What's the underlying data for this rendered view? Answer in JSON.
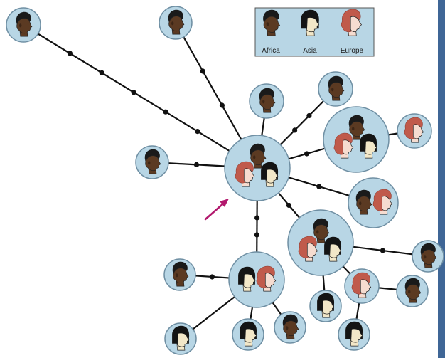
{
  "colors": {
    "background": "#3f6696",
    "panel": "#ffffff",
    "node_fill": "#b8d6e5",
    "node_stroke": "#6f8fa3",
    "edge": "#111111",
    "arrow": "#b2186d",
    "africa_face": "#5b3a22",
    "africa_hair": "#1a1a1a",
    "asia_face": "#f2e7c8",
    "asia_hair": "#141414",
    "europe_face": "#f6dcd0",
    "europe_hair": "#c05a4b"
  },
  "legend": {
    "items": [
      {
        "key": "africa",
        "label": "Africa",
        "icon": "africa-face-icon"
      },
      {
        "key": "asia",
        "label": "Asia",
        "icon": "asia-face-icon"
      },
      {
        "key": "europe",
        "label": "Europe",
        "icon": "europe-face-icon"
      }
    ]
  },
  "network": {
    "nodes": [
      {
        "id": "root",
        "types": [
          "africa",
          "europe",
          "asia"
        ]
      },
      {
        "id": "af-top-left",
        "types": [
          "africa"
        ]
      },
      {
        "id": "af-top",
        "types": [
          "africa"
        ]
      },
      {
        "id": "af-upper-1",
        "types": [
          "africa"
        ]
      },
      {
        "id": "af-upper-2",
        "types": [
          "africa"
        ]
      },
      {
        "id": "af-left",
        "types": [
          "africa"
        ]
      },
      {
        "id": "mixed-right",
        "types": [
          "africa",
          "europe",
          "asia"
        ]
      },
      {
        "id": "eu-far-right",
        "types": [
          "europe"
        ]
      },
      {
        "id": "af-eu-pair",
        "types": [
          "africa",
          "europe"
        ]
      },
      {
        "id": "mixed-lower-right",
        "types": [
          "africa",
          "europe",
          "asia"
        ]
      },
      {
        "id": "af-lower-right",
        "types": [
          "africa"
        ]
      },
      {
        "id": "eu-lower",
        "types": [
          "europe"
        ]
      },
      {
        "id": "af-bottom-right",
        "types": [
          "africa"
        ]
      },
      {
        "id": "as-bottom-1",
        "types": [
          "asia"
        ]
      },
      {
        "id": "as-bottom-2",
        "types": [
          "asia"
        ]
      },
      {
        "id": "as-eu-pair",
        "types": [
          "asia",
          "europe"
        ]
      },
      {
        "id": "af-bottom-left",
        "types": [
          "africa"
        ]
      },
      {
        "id": "as-bottom-left",
        "types": [
          "asia"
        ]
      },
      {
        "id": "as-bottom-mid",
        "types": [
          "asia"
        ]
      },
      {
        "id": "af-bottom-mid",
        "types": [
          "africa"
        ]
      }
    ],
    "edges": [
      {
        "from": "root",
        "to": "af-top-left",
        "marks": 5
      },
      {
        "from": "root",
        "to": "af-top",
        "marks": 2
      },
      {
        "from": "root",
        "to": "af-upper-1",
        "marks": 0
      },
      {
        "from": "root",
        "to": "af-upper-2",
        "marks": 2
      },
      {
        "from": "root",
        "to": "af-left",
        "marks": 1
      },
      {
        "from": "root",
        "to": "mixed-right",
        "marks": 1
      },
      {
        "from": "root",
        "to": "af-eu-pair",
        "marks": 1
      },
      {
        "from": "root",
        "to": "mixed-lower-right",
        "marks": 1
      },
      {
        "from": "root",
        "to": "as-eu-pair",
        "marks": 2
      },
      {
        "from": "mixed-right",
        "to": "eu-far-right",
        "marks": 0
      },
      {
        "from": "mixed-lower-right",
        "to": "af-lower-right",
        "marks": 1
      },
      {
        "from": "mixed-lower-right",
        "to": "eu-lower",
        "marks": 0
      },
      {
        "from": "mixed-lower-right",
        "to": "as-bottom-1",
        "marks": 0
      },
      {
        "from": "eu-lower",
        "to": "af-bottom-right",
        "marks": 0
      },
      {
        "from": "eu-lower",
        "to": "as-bottom-2",
        "marks": 0
      },
      {
        "from": "as-eu-pair",
        "to": "af-bottom-left",
        "marks": 1
      },
      {
        "from": "as-eu-pair",
        "to": "as-bottom-left",
        "marks": 0
      },
      {
        "from": "as-eu-pair",
        "to": "as-bottom-mid",
        "marks": 0
      },
      {
        "from": "as-eu-pair",
        "to": "af-bottom-mid",
        "marks": 0
      }
    ],
    "founder_arrow": {
      "points_to": "root",
      "icon": "arrow-icon"
    }
  }
}
